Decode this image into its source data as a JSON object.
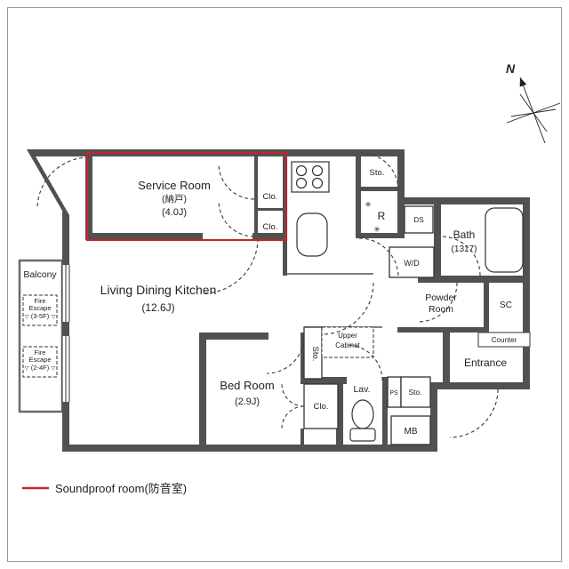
{
  "colors": {
    "wall": "#515151",
    "soundproof_red": "#c0272d"
  },
  "legend": {
    "soundproof": "Soundproof room(防音室)"
  },
  "compass": {
    "north": "N"
  },
  "rooms": {
    "service_room": {
      "name": "Service Room",
      "kana": "(納戸)",
      "size": "(4.0J)"
    },
    "ldk": {
      "name": "Living Dining Kitchen",
      "size": "(12.6J)"
    },
    "bed_room": {
      "name": "Bed Room",
      "size": "(2.9J)"
    },
    "bath": {
      "name": "Bath",
      "size": "(1317)"
    },
    "powder_room": {
      "line1": "Powder",
      "line2": "Room"
    },
    "entrance": {
      "name": "Entrance"
    },
    "balcony": {
      "name": "Balcony"
    },
    "shoe_closet": {
      "name": "SC"
    },
    "counter": {
      "name": "Counter"
    },
    "refrigerator": {
      "name": "R"
    },
    "duct_space": {
      "name": "DS"
    },
    "washer_dryer": {
      "name": "W/D"
    },
    "storage_top": {
      "name": "Sto."
    },
    "storage_hall": {
      "name": "Sto."
    },
    "storage_small": {
      "name": "Sto."
    },
    "pipe_space": {
      "name": "PS"
    },
    "meter_box": {
      "name": "MB"
    },
    "lavatory": {
      "name": "Lav."
    },
    "closet_service_1": {
      "name": "Clo."
    },
    "closet_service_2": {
      "name": "Clo."
    },
    "closet_bedroom": {
      "name": "Clo."
    },
    "upper_cabinet": {
      "line1": "Upper",
      "line2": "Cabinet"
    }
  },
  "fire_escapes": [
    {
      "line1": "Fire",
      "line2": "Escape",
      "line3": "(3-5F)"
    },
    {
      "line1": "Fire",
      "line2": "Escape",
      "line3": "(2-4F)"
    }
  ],
  "icons": {
    "snowflake": "✳",
    "hatch_triangle": "▽"
  }
}
